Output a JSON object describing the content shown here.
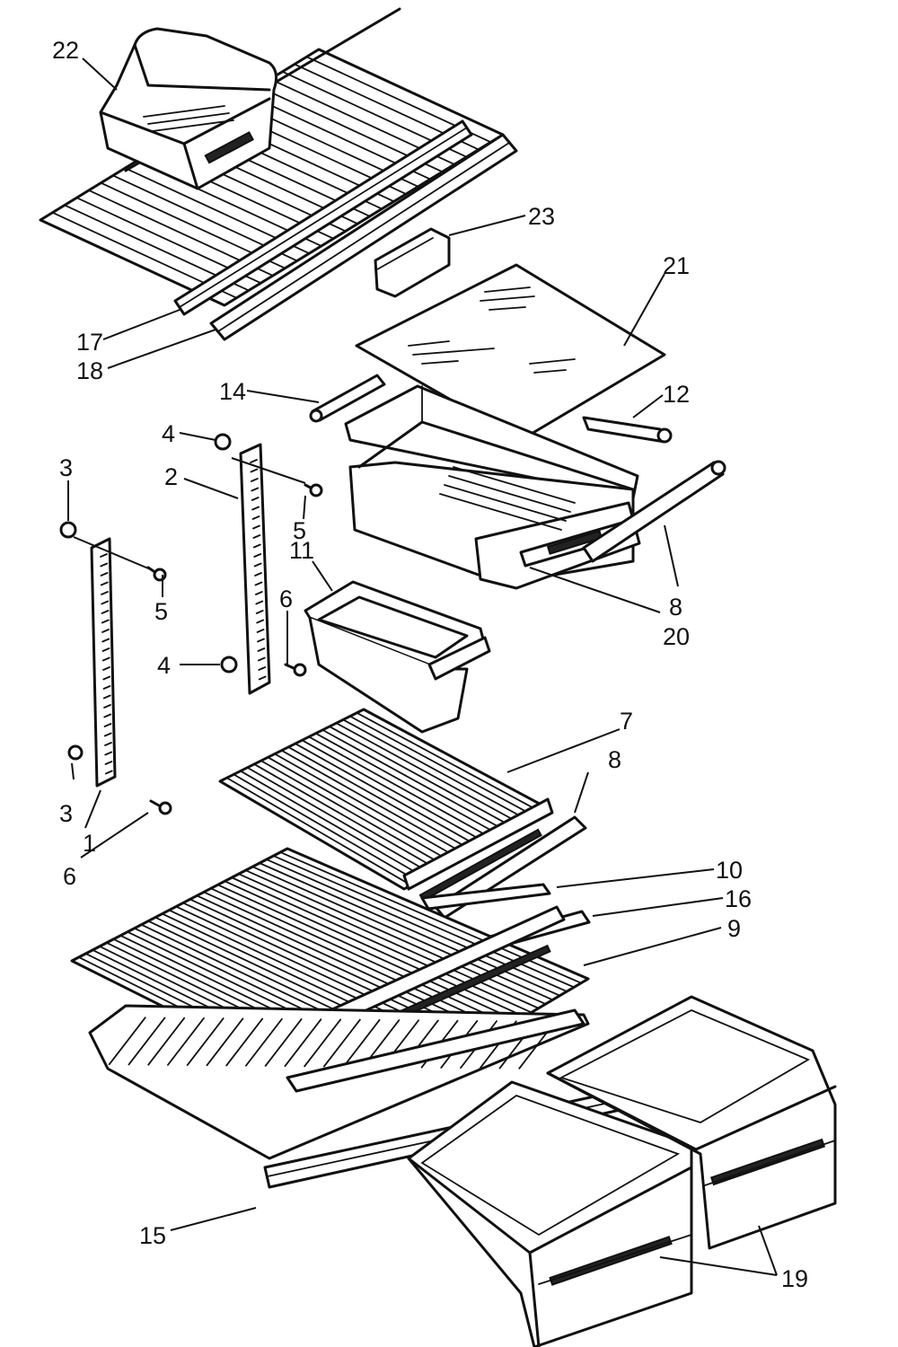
{
  "figure": {
    "callouts": [
      {
        "id": "c22",
        "text": "22"
      },
      {
        "id": "c23",
        "text": "23"
      },
      {
        "id": "c21",
        "text": "21"
      },
      {
        "id": "c17",
        "text": "17"
      },
      {
        "id": "c18",
        "text": "18"
      },
      {
        "id": "c14",
        "text": "14"
      },
      {
        "id": "c12",
        "text": "12"
      },
      {
        "id": "c4a",
        "text": "4"
      },
      {
        "id": "c2",
        "text": "2"
      },
      {
        "id": "c3a",
        "text": "3"
      },
      {
        "id": "c5a",
        "text": "5"
      },
      {
        "id": "c11",
        "text": "11"
      },
      {
        "id": "c8a",
        "text": "8"
      },
      {
        "id": "c20",
        "text": "20"
      },
      {
        "id": "c5b",
        "text": "5"
      },
      {
        "id": "c6a",
        "text": "6"
      },
      {
        "id": "c4b",
        "text": "4"
      },
      {
        "id": "c7",
        "text": "7"
      },
      {
        "id": "c8b",
        "text": "8"
      },
      {
        "id": "c3b",
        "text": "3"
      },
      {
        "id": "c1",
        "text": "1"
      },
      {
        "id": "c6b",
        "text": "6"
      },
      {
        "id": "c10",
        "text": "10"
      },
      {
        "id": "c16",
        "text": "16"
      },
      {
        "id": "c9",
        "text": "9"
      },
      {
        "id": "c15",
        "text": "15"
      },
      {
        "id": "c19",
        "text": "19"
      }
    ]
  }
}
